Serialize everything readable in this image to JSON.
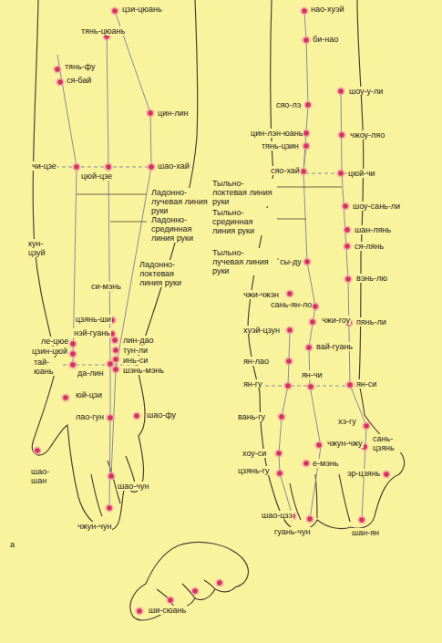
{
  "diagram": {
    "labels": [
      "цзи-цюань",
      "тянь-цюань",
      "тянь-фу",
      "ся-бай",
      "цин-лин",
      "чи-цзе",
      "цюй-цзе",
      "шао-хай",
      "Ладонно-лучевая линия руки",
      "Ладонно-срединная линия руки",
      "Ладонно-локтевая линия руки",
      "кун-цзуй",
      "си-мэнь",
      "цзянь-ши",
      "нэй-гуань",
      "ле-цюе",
      "цзин-цюй",
      "тай-юань",
      "да-лин",
      "лин-дао",
      "тун-ли",
      "инь-си",
      "шэнь-мэнь",
      "юй-цзи",
      "лао-гун",
      "шао-фу",
      "шао-шан",
      "шао-чун",
      "чжун-чун",
      "а",
      "ши-сюань",
      "нао-хуэй",
      "би-нао",
      "сяо-лэ",
      "шоу-у-ли",
      "цин-лэн-юань",
      "тянь-цзин",
      "чжоу-ляо",
      "сяо-хай",
      "цюй-чи",
      "Тыльно-локтевая линия руки",
      "шоу-сань-ли",
      "Тыльно-срединная линия руки",
      "шан-лянь",
      "ся-лянь",
      "Тыльно-лучевая линия руки",
      "сы-ду",
      "вэнь-лю",
      "чжи-чжэн",
      "сань-ян-ло",
      "хуэй-цзун",
      "чжи-гоу",
      "пянь-ли",
      "вай-гуань",
      "ян-лао",
      "ян-чи",
      "ян-гу",
      "ян-си",
      "вань-гу",
      "хэ-гу",
      "сань-цзянь",
      "хоу-си",
      "чжун-чжу",
      "е-мэнь",
      "эр-цзянь",
      "цзянь-гу",
      "шао-цзэ",
      "гуань-чун",
      "шан-ян"
    ]
  }
}
